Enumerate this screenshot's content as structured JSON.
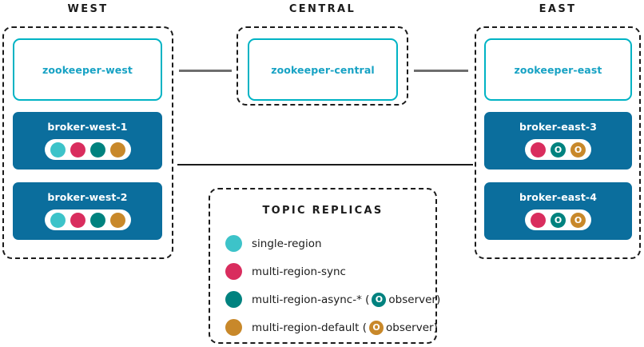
{
  "colors": {
    "single_region": "#3dc3c9",
    "multi_region_sync": "#d92d5e",
    "multi_region_async": "#00827f",
    "multi_region_default": "#c8882a",
    "broker_blue": "#0b6e9d",
    "zookeeper_cyan": "#00b3c4",
    "dashed_border": "#1b1b1b",
    "connector_gray": "#6e6e6e"
  },
  "regions": [
    {
      "id": "west",
      "title": "WEST",
      "zookeeper": {
        "label": "zookeeper-west"
      },
      "brokers": [
        {
          "label": "broker-west-1",
          "replicas": [
            {
              "type": "single-region",
              "color": "#3dc3c9",
              "glyph": ""
            },
            {
              "type": "multi-region-sync",
              "color": "#d92d5e",
              "glyph": ""
            },
            {
              "type": "multi-region-async",
              "color": "#00827f",
              "glyph": ""
            },
            {
              "type": "multi-region-default",
              "color": "#c8882a",
              "glyph": ""
            }
          ]
        },
        {
          "label": "broker-west-2",
          "replicas": [
            {
              "type": "single-region",
              "color": "#3dc3c9",
              "glyph": ""
            },
            {
              "type": "multi-region-sync",
              "color": "#d92d5e",
              "glyph": ""
            },
            {
              "type": "multi-region-async",
              "color": "#00827f",
              "glyph": ""
            },
            {
              "type": "multi-region-default",
              "color": "#c8882a",
              "glyph": ""
            }
          ]
        }
      ]
    },
    {
      "id": "central",
      "title": "CENTRAL",
      "zookeeper": {
        "label": "zookeeper-central"
      },
      "brokers": []
    },
    {
      "id": "east",
      "title": "EAST",
      "zookeeper": {
        "label": "zookeeper-east"
      },
      "brokers": [
        {
          "label": "broker-east-3",
          "replicas": [
            {
              "type": "multi-region-sync",
              "color": "#d92d5e",
              "glyph": ""
            },
            {
              "type": "multi-region-async-observer",
              "color": "#00827f",
              "glyph": "O"
            },
            {
              "type": "multi-region-default-observer",
              "color": "#c8882a",
              "glyph": "O"
            }
          ]
        },
        {
          "label": "broker-east-4",
          "replicas": [
            {
              "type": "multi-region-sync",
              "color": "#d92d5e",
              "glyph": ""
            },
            {
              "type": "multi-region-async-observer",
              "color": "#00827f",
              "glyph": "O"
            },
            {
              "type": "multi-region-default-observer",
              "color": "#c8882a",
              "glyph": "O"
            }
          ]
        }
      ]
    }
  ],
  "legend": {
    "title": "TOPIC REPLICAS",
    "items": [
      {
        "color": "#3dc3c9",
        "label": "single-region",
        "prefix": "single-region",
        "has_observer": false,
        "observer_prefix": "",
        "observer_glyph": "",
        "observer_suffix": ""
      },
      {
        "color": "#d92d5e",
        "label": "multi-region-sync",
        "prefix": "multi-region-sync",
        "has_observer": false,
        "observer_prefix": "",
        "observer_glyph": "",
        "observer_suffix": ""
      },
      {
        "color": "#00827f",
        "label": "multi-region-async-* ( O observer)",
        "prefix": "multi-region-async-* (",
        "has_observer": true,
        "observer_glyph": "O",
        "observer_suffix": "observer)"
      },
      {
        "color": "#c8882a",
        "label": "multi-region-default ( O observer)",
        "prefix": "multi-region-default (",
        "has_observer": true,
        "observer_glyph": "O",
        "observer_suffix": "observer)"
      }
    ]
  },
  "connectors": [
    {
      "name": "west-central-zookeeper-link"
    },
    {
      "name": "central-east-zookeeper-link"
    },
    {
      "name": "west-east-broker-link"
    }
  ]
}
